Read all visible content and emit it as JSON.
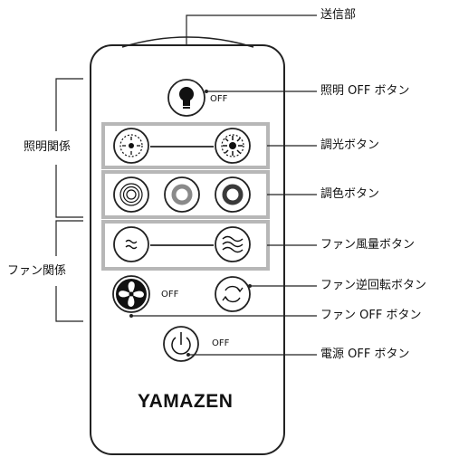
{
  "labels": {
    "transmitter": "送信部",
    "light_off": "照明 OFF ボタン",
    "dimmer": "調光ボタン",
    "color": "調色ボタン",
    "fan_speed": "ファン風量ボタン",
    "fan_reverse": "ファン逆回転ボタン",
    "fan_off": "ファン OFF ボタン",
    "power_off": "電源 OFF ボタン"
  },
  "groups": {
    "lighting": "照明関係",
    "fan": "ファン関係"
  },
  "button_tags": {
    "light_off": "OFF",
    "fan_off": "OFF",
    "power_off": "OFF"
  },
  "brand": "YAMAZEN"
}
